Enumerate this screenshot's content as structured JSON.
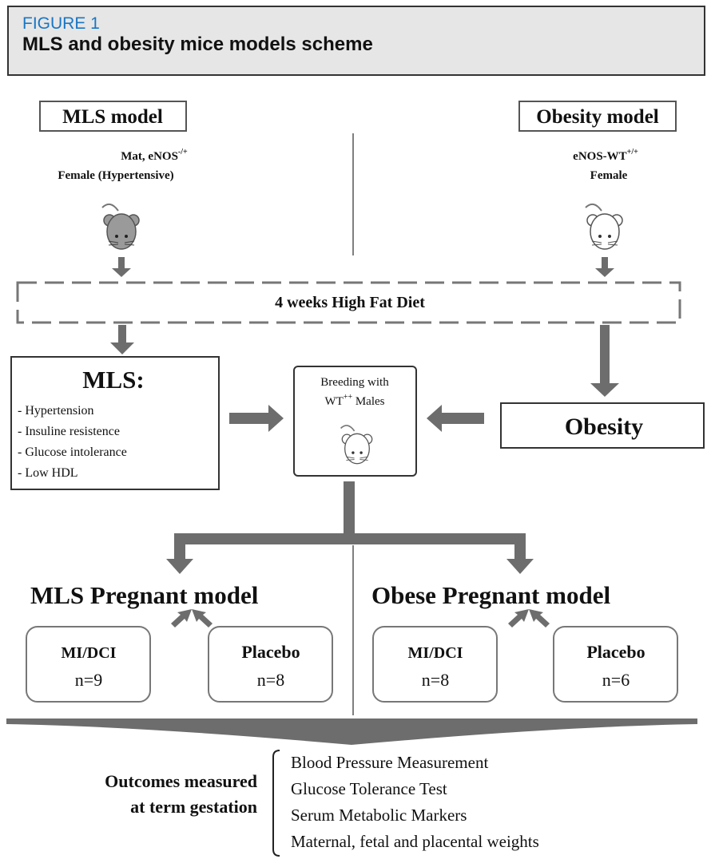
{
  "figure": {
    "label": "FIGURE 1",
    "title": "MLS and obesity mice models scheme"
  },
  "models": {
    "mls_label": "MLS model",
    "obesity_label": "Obesity model",
    "mls_female": [
      "Mat, eNOS",
      "Female (Hypertensive)"
    ],
    "mls_female_sup": "-/+",
    "obesity_female": [
      "eNOS-WT",
      "Female"
    ],
    "obesity_female_sup": "+/+"
  },
  "diet": {
    "label": "4 weeks High Fat Diet"
  },
  "mls_box": {
    "title": "MLS:",
    "items": [
      "- Hypertension",
      "- Insuline resistence",
      "- Glucose intolerance",
      "- Low HDL"
    ]
  },
  "breeding": {
    "line1": "Breeding with",
    "line2_prefix": "WT",
    "line2_sup": "++",
    "line2_suffix": " Males"
  },
  "obesity_box": {
    "label": "Obesity"
  },
  "pregnant": {
    "mls_title": "MLS Pregnant model",
    "obese_title": "Obese Pregnant model",
    "groups": [
      {
        "name": "MI/DCI",
        "n": "n=9"
      },
      {
        "name": "Placebo",
        "n": "n=8"
      },
      {
        "name": "MI/DCI",
        "n": "n=8"
      },
      {
        "name": "Placebo",
        "n": "n=6"
      }
    ]
  },
  "outcomes": {
    "label_line1": "Outcomes measured",
    "label_line2": "at term gestation",
    "items": [
      "Blood Pressure Measurement",
      "Glucose Tolerance Test",
      "Serum Metabolic Markers",
      "Maternal, fetal and placental weights"
    ]
  },
  "colors": {
    "accent": "#1976c4",
    "arrow": "#6d6d6d",
    "header_bg": "#e6e6e6"
  }
}
